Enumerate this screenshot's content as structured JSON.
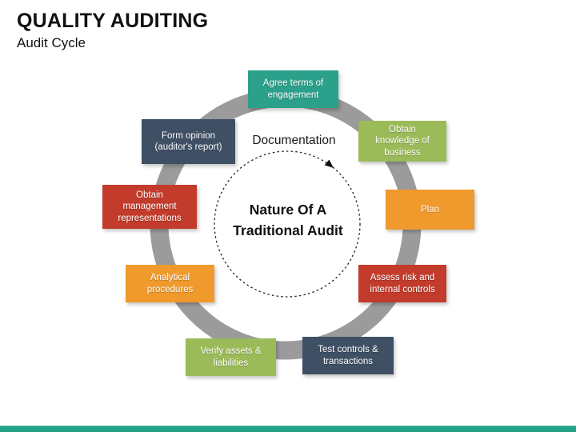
{
  "slide": {
    "title": "QUALITY AUDITING",
    "subtitle": "Audit Cycle",
    "accent_bar_color": "#21A185"
  },
  "diagram": {
    "annotation": "Documentation",
    "center": {
      "line1": "Nature Of A",
      "line2": "Traditional Audit"
    },
    "ring_color": "#9B9B9B",
    "dashed_circle_color": "#222222",
    "steps": [
      {
        "id": "agree-terms",
        "label": "Agree terms of engagement",
        "color": "#2BA08A"
      },
      {
        "id": "obtain-knowledge",
        "label": "Obtain knowledge of business",
        "color": "#9BBB59"
      },
      {
        "id": "plan",
        "label": "Plan",
        "color": "#F0992D"
      },
      {
        "id": "assess-risk",
        "label": "Assess risk and internal controls",
        "color": "#C23B2B"
      },
      {
        "id": "test-controls",
        "label": "Test controls & transactions",
        "color": "#3F5065"
      },
      {
        "id": "verify-assets",
        "label": "Verify assets & liabilities",
        "color": "#9BBB59"
      },
      {
        "id": "analytical-procedures",
        "label": "Analytical procedures",
        "color": "#F0992D"
      },
      {
        "id": "obtain-management",
        "label": "Obtain management representations",
        "color": "#C23B2B"
      },
      {
        "id": "form-opinion",
        "label": "Form opinion (auditor's report)",
        "color": "#3F5065"
      }
    ]
  }
}
